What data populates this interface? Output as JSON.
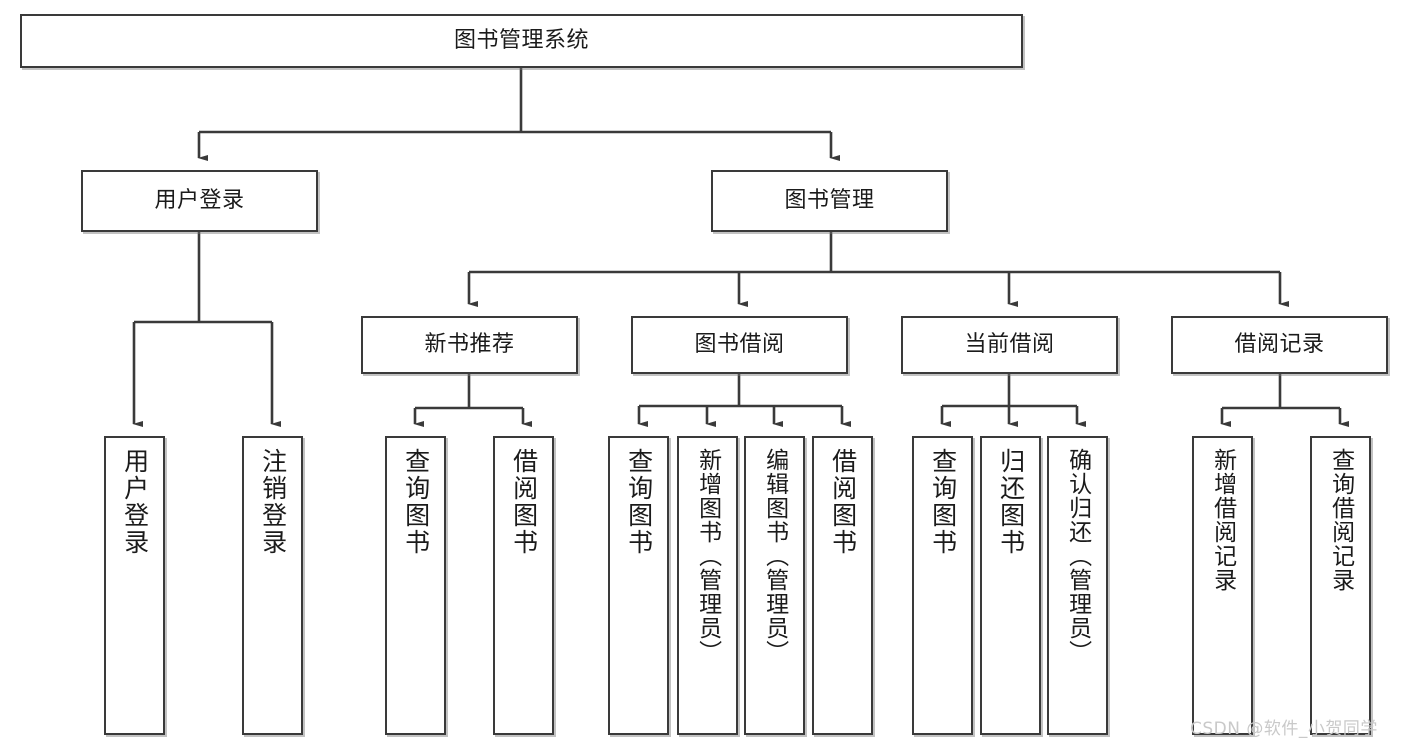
{
  "diagram": {
    "title": "图书管理系统",
    "type": "tree-hierarchy",
    "watermark": "CSDN @软件_小贺同学",
    "colors": {
      "background": "#ffffff",
      "node_border": "#3a3a3a",
      "node_fill": "#ffffff",
      "edge": "#3a3a3a",
      "text": "#1b1b1b",
      "watermark": "#c9c9c9"
    },
    "root": {
      "id": "root",
      "label": "图书管理系统",
      "orientation": "horizontal"
    },
    "level2": [
      {
        "id": "user-login",
        "label": "用户登录",
        "orientation": "horizontal"
      },
      {
        "id": "book-manage",
        "label": "图书管理",
        "orientation": "horizontal"
      }
    ],
    "level3": [
      {
        "id": "new-book-recommend",
        "label": "新书推荐",
        "orientation": "horizontal",
        "parent": "book-manage"
      },
      {
        "id": "book-borrow",
        "label": "图书借阅",
        "orientation": "horizontal",
        "parent": "book-manage"
      },
      {
        "id": "current-borrow",
        "label": "当前借阅",
        "orientation": "horizontal",
        "parent": "book-manage"
      },
      {
        "id": "borrow-record",
        "label": "借阅记录",
        "orientation": "horizontal",
        "parent": "book-manage"
      }
    ],
    "leaves": [
      {
        "id": "leaf-user-login",
        "label": "用户登录",
        "parent": "user-login"
      },
      {
        "id": "leaf-user-logout",
        "label": "注销登录",
        "parent": "user-login"
      },
      {
        "id": "leaf-query-book-1",
        "label": "查询图书",
        "parent": "new-book-recommend"
      },
      {
        "id": "leaf-borrow-book-1",
        "label": "借阅图书",
        "parent": "new-book-recommend"
      },
      {
        "id": "leaf-query-book-2",
        "label": "查询图书",
        "parent": "book-borrow"
      },
      {
        "id": "leaf-add-book",
        "label": "新增图书（管理员）",
        "parent": "book-borrow"
      },
      {
        "id": "leaf-edit-book",
        "label": "编辑图书（管理员）",
        "parent": "book-borrow"
      },
      {
        "id": "leaf-borrow-book-2",
        "label": "借阅图书",
        "parent": "book-borrow"
      },
      {
        "id": "leaf-query-book-3",
        "label": "查询图书",
        "parent": "current-borrow"
      },
      {
        "id": "leaf-return-book",
        "label": "归还图书",
        "parent": "current-borrow"
      },
      {
        "id": "leaf-confirm-return",
        "label": "确认归还（管理员）",
        "parent": "current-borrow"
      },
      {
        "id": "leaf-add-record",
        "label": "新增借阅记录",
        "parent": "borrow-record"
      },
      {
        "id": "leaf-query-record",
        "label": "查询借阅记录",
        "parent": "borrow-record"
      }
    ]
  }
}
